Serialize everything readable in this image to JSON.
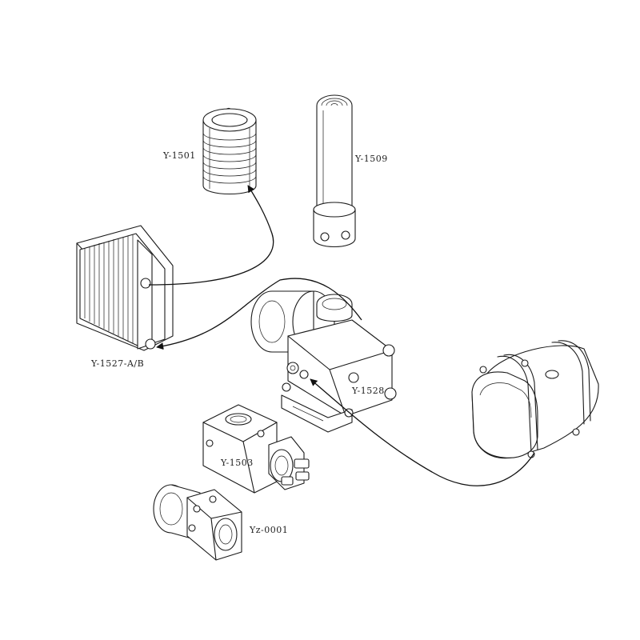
{
  "diagram": {
    "type": "exploded hydraulic power unit component drawing",
    "colors": {
      "line": "#1a1a1a",
      "background": "#ffffff",
      "shade": "#e9e9e9"
    },
    "components": [
      {
        "id": "accumulator",
        "label": "Y-1501"
      },
      {
        "id": "cylinder",
        "label": "Y-1509"
      },
      {
        "id": "cooler",
        "label": "Y-1527-A/B"
      },
      {
        "id": "pump-block",
        "label": "Y-1528"
      },
      {
        "id": "tank",
        "label": ""
      },
      {
        "id": "valve-block",
        "label": "Y-1503"
      },
      {
        "id": "motor",
        "label": "Yz-0001"
      }
    ],
    "connections": [
      {
        "from": "cooler",
        "to": "accumulator"
      },
      {
        "from": "pump-block",
        "to": "cooler"
      },
      {
        "from": "tank",
        "to": "pump-block"
      }
    ]
  }
}
